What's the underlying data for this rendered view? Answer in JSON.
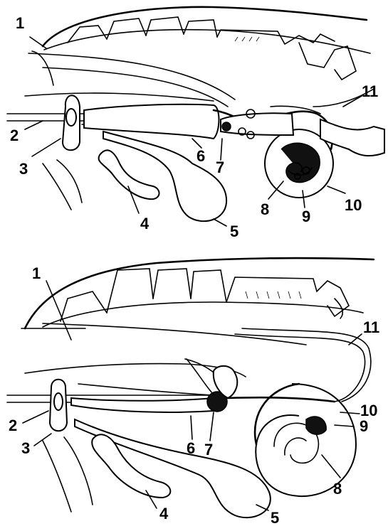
{
  "upper_panel": {
    "labels": [
      "1",
      "2",
      "3",
      "4",
      "5",
      "6",
      "7",
      "8",
      "9",
      "10",
      "11"
    ]
  },
  "lower_panel": {
    "labels": [
      "1",
      "2",
      "3",
      "4",
      "5",
      "6",
      "7",
      "8",
      "9",
      "10",
      "11"
    ]
  }
}
